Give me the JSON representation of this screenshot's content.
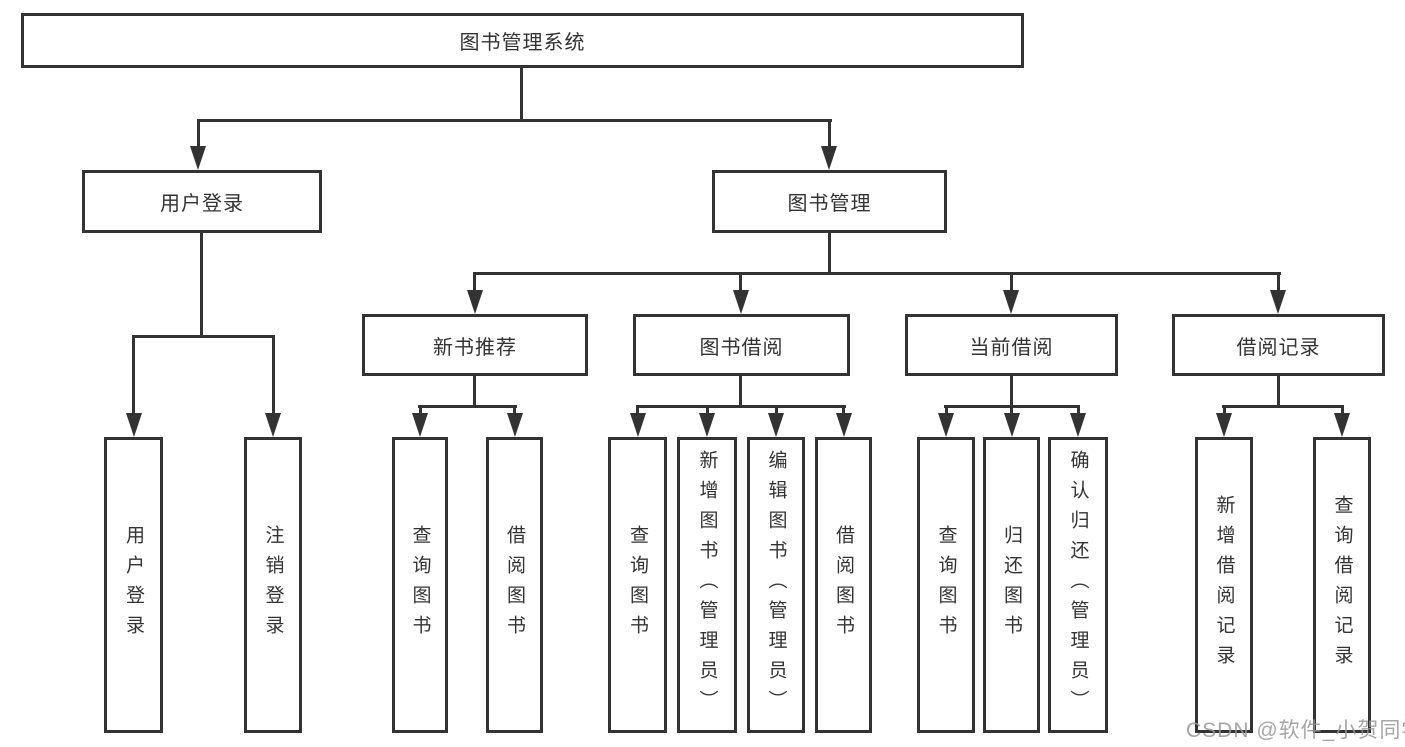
{
  "diagram": {
    "title": "图书管理系统",
    "watermark": "CSDN @软件_小贺同学",
    "level2": {
      "user_login": "用户登录",
      "book_management": "图书管理"
    },
    "level3": {
      "new_book_recommend": "新书推荐",
      "book_borrowing": "图书借阅",
      "current_borrowing": "当前借阅",
      "borrowing_records": "借阅记录"
    },
    "leaves": {
      "user_login": "用户登录",
      "logout": "注销登录",
      "rec_query_book": "查询图书",
      "rec_borrow_book": "借阅图书",
      "bor_query_book": "查询图书",
      "bor_add_book": "新增图书（管理员）",
      "bor_edit_book": "编辑图书（管理员）",
      "bor_borrow_book": "借阅图书",
      "cur_query_book": "查询图书",
      "cur_return_book": "归还图书",
      "cur_confirm_return": "确认归还（管理员）",
      "rec_add_record": "新增借阅记录",
      "rec_query_record": "查询借阅记录"
    }
  }
}
